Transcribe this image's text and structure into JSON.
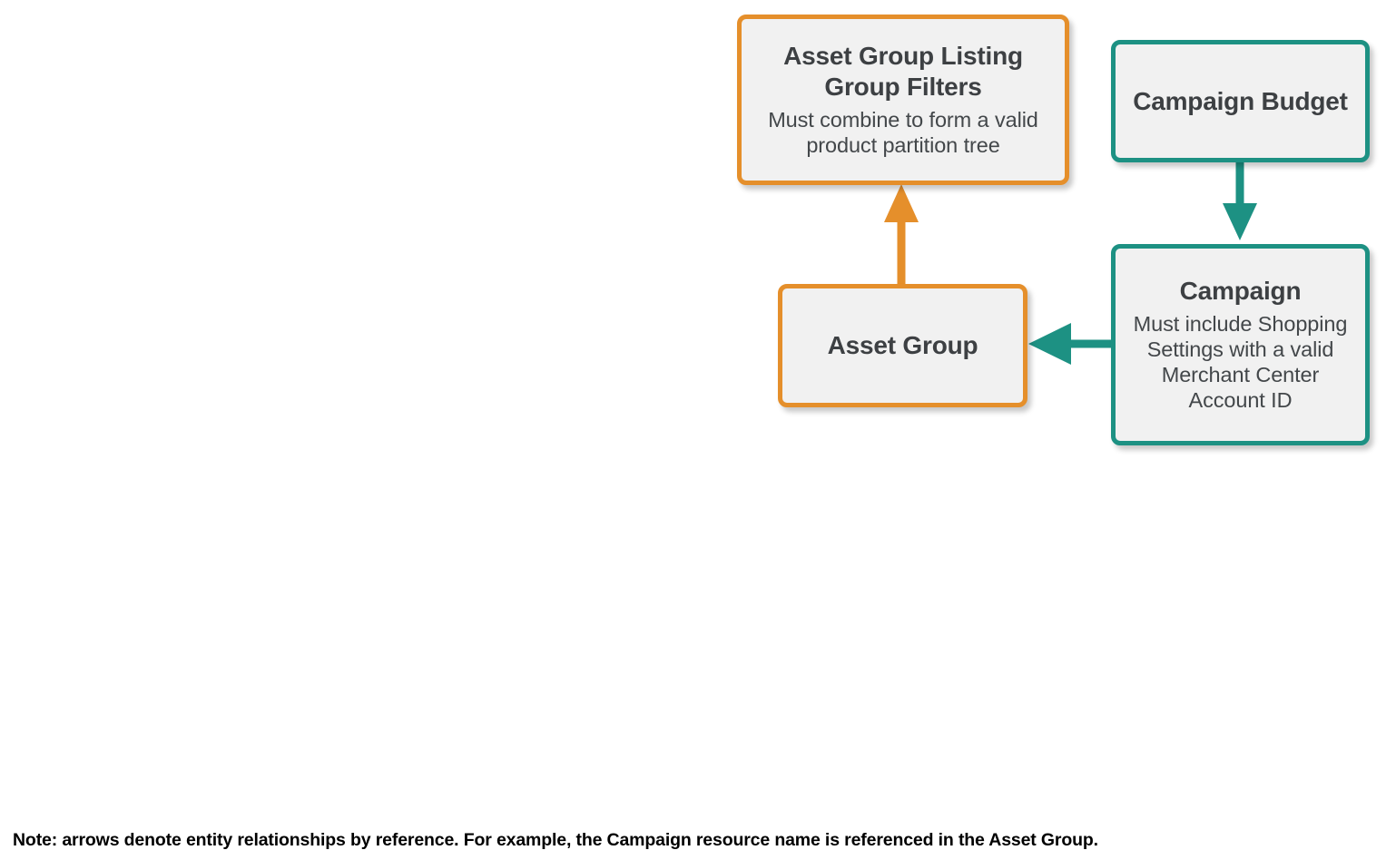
{
  "diagram": {
    "type": "entity-relationship-flow",
    "background": "#ffffff",
    "palette": {
      "orange": "#e58f2b",
      "teal": "#1d9183",
      "node_fill": "#f1f1f1",
      "title_text": "#3d4043",
      "body_text": "#43474a",
      "note_text": "#000000"
    },
    "nodes": [
      {
        "id": "asset-group-listing-group-filters",
        "title": "Asset Group Listing Group Filters",
        "subtitle": "Must combine to form a valid product partition tree",
        "color": "orange"
      },
      {
        "id": "asset-group",
        "title": "Asset Group",
        "subtitle": "",
        "color": "orange"
      },
      {
        "id": "campaign-budget",
        "title": "Campaign Budget",
        "subtitle": "",
        "color": "teal"
      },
      {
        "id": "campaign",
        "title": "Campaign",
        "subtitle": "Must include Shopping Settings with a valid Merchant Center Account ID",
        "color": "teal"
      }
    ],
    "edges": [
      {
        "id": "asset-group-to-listing-group-filters",
        "from": "asset-group",
        "to": "asset-group-listing-group-filters",
        "direction": "up",
        "color": "orange"
      },
      {
        "id": "campaign-budget-to-campaign",
        "from": "campaign-budget",
        "to": "campaign",
        "direction": "down",
        "color": "teal"
      },
      {
        "id": "campaign-to-asset-group",
        "from": "campaign",
        "to": "asset-group",
        "direction": "left",
        "color": "teal"
      }
    ],
    "note": "Note: arrows denote entity relationships by reference. For example, the Campaign resource name is referenced in the Asset Group."
  }
}
